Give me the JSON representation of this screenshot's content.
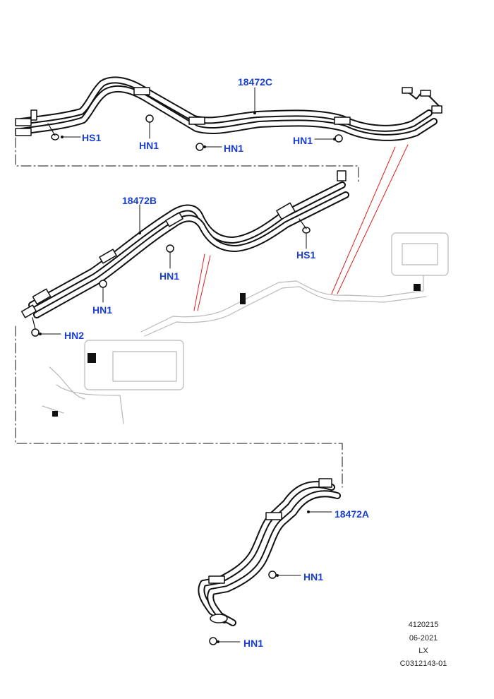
{
  "colors": {
    "callout": "#1a3fd1",
    "line": "#111111",
    "leader_red": "#e11d1d",
    "ghost": "#b8b8b8"
  },
  "callouts": {
    "part_c": "18472C",
    "part_b": "18472B",
    "part_a": "18472A",
    "hs1_top": "HS1",
    "hn1_top_a": "HN1",
    "hn1_top_b": "HN1",
    "hn1_top_c": "HN1",
    "hn1_mid_a": "HN1",
    "hn1_mid_b": "HN1",
    "hs1_mid": "HS1",
    "hn2": "HN2",
    "hn1_bot_a": "HN1",
    "hn1_bot_b": "HN1"
  },
  "meta": {
    "code": "4120215",
    "date": "06-2021",
    "model": "LX",
    "ref": "C0312143-01"
  }
}
